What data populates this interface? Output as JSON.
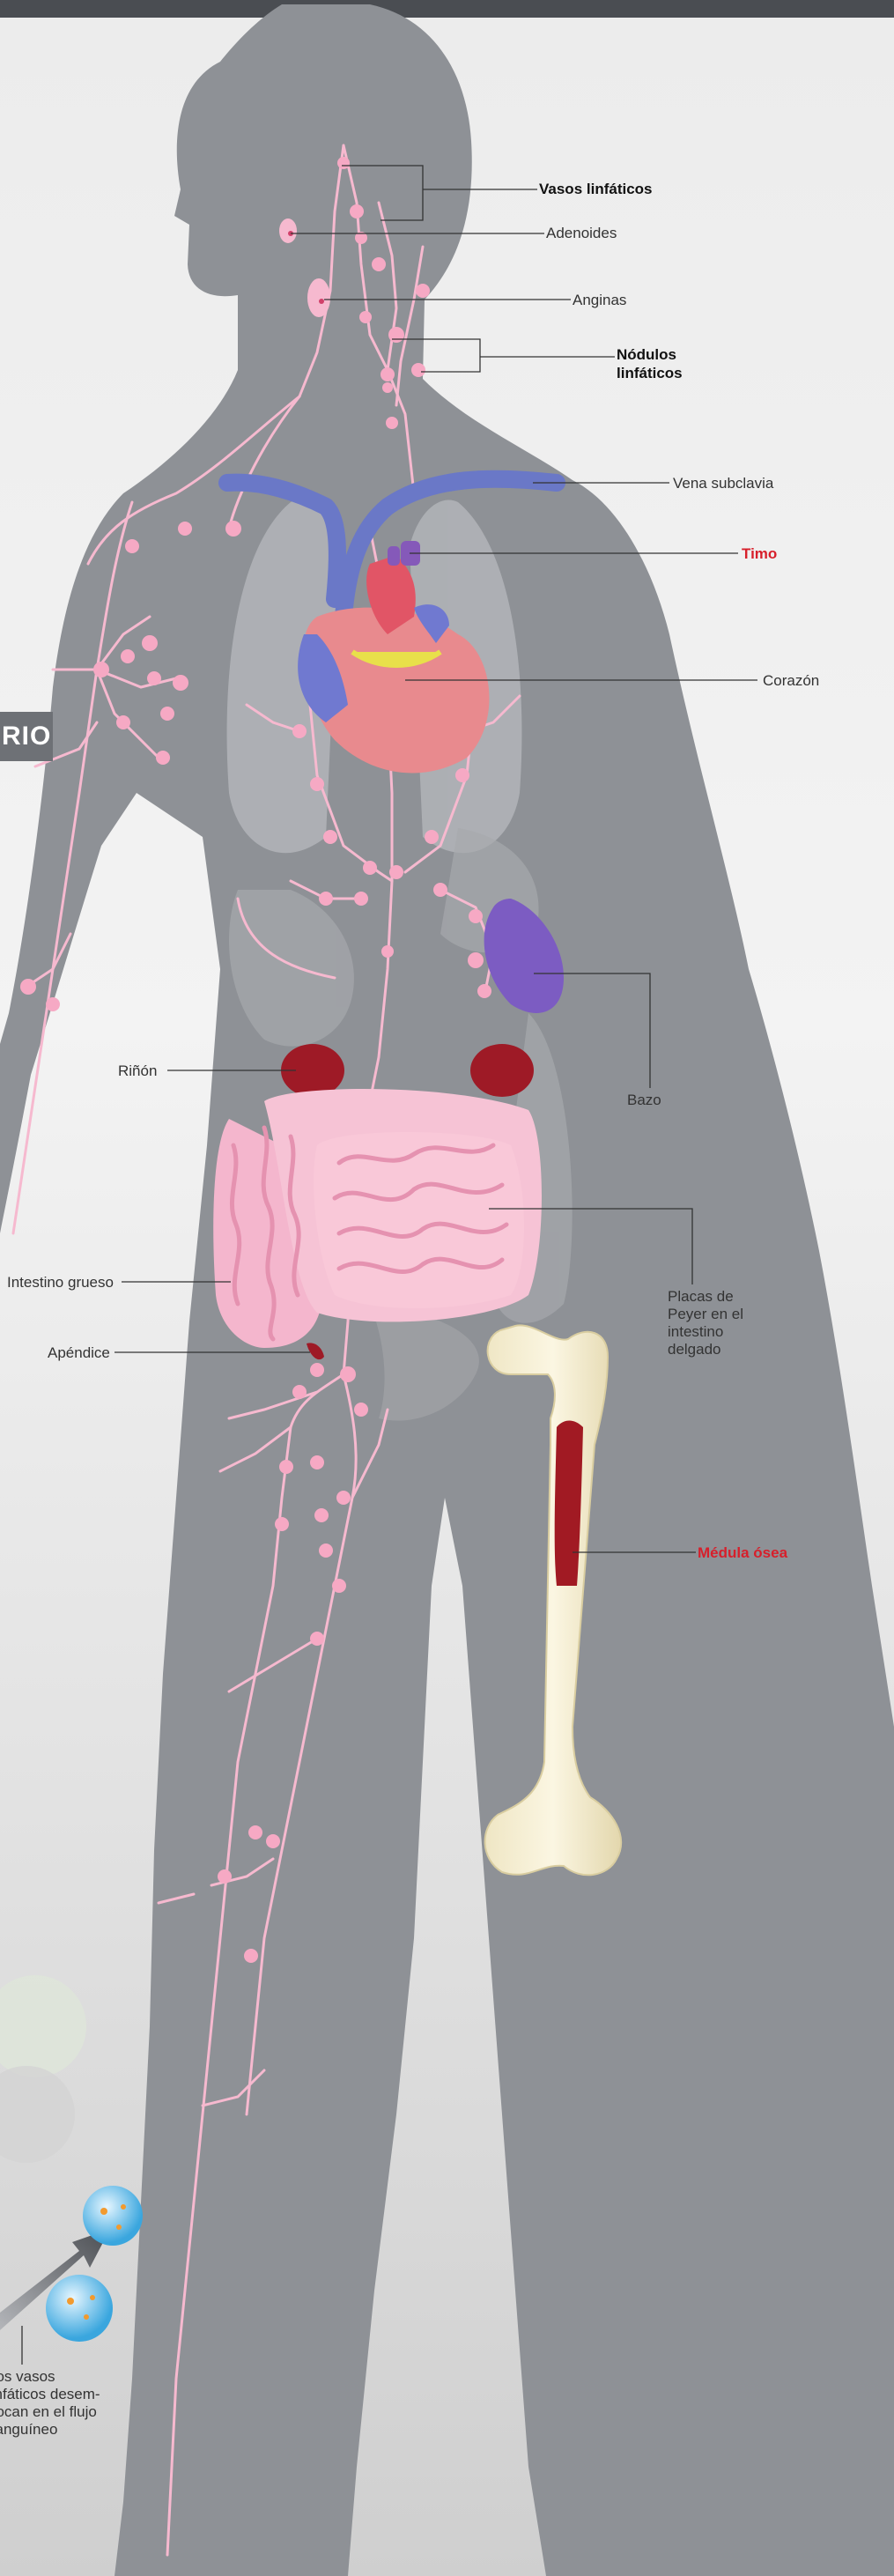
{
  "header_tab": "RIO",
  "labels": {
    "vasos_linfaticos": "Vasos linfáticos",
    "adenoides": "Adenoides",
    "anginas": "Anginas",
    "nodulos_linfaticos": "Nódulos\nlinfáticos",
    "vena_subclavia": "Vena subclavia",
    "timo": "Timo",
    "corazon": "Corazón",
    "rinon": "Riñón",
    "bazo": "Bazo",
    "intestino_grueso": "Intestino grueso",
    "placas_peyer": "Placas de\nPeyer en el\nintestino\ndelgado",
    "apendice": "Apéndice",
    "medula_osea": "Médula ósea",
    "vasos_desembocan": "Los vasos\nlinfáticos desem-\nbocan en el flujo\nsanguíneo"
  },
  "colors": {
    "body": "#8e9196",
    "lymph": "#f6b9cf",
    "accent_red": "#d71f2b",
    "vein": "#6a78c7"
  }
}
